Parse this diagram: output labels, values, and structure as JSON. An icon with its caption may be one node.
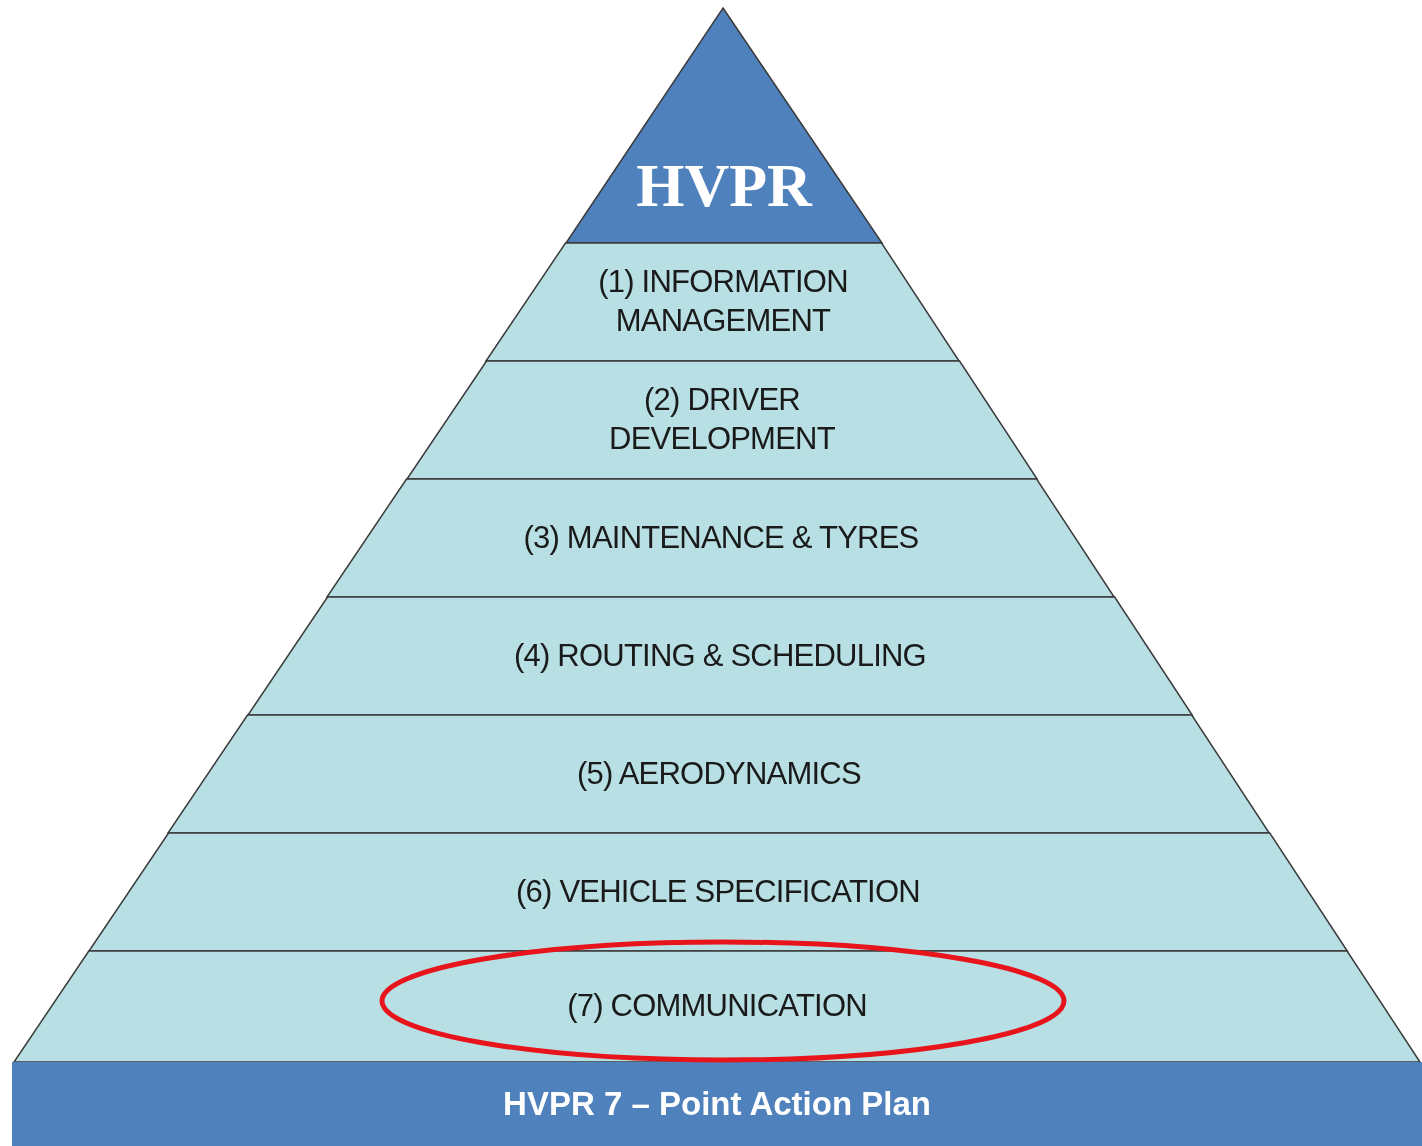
{
  "diagram": {
    "nodes": [
      {
        "text": [
          "HVPR"
        ]
      },
      {
        "text": [
          "(1) INFORMATION MANAGEMENT"
        ]
      },
      {
        "text": [
          "(2) DRIVER DEVELOPMENT"
        ]
      },
      {
        "text": [
          "(3) MAINTENANCE & TYRES"
        ]
      },
      {
        "text": [
          "(4) ROUTING & SCHEDULING"
        ]
      },
      {
        "text": [
          "(5) AERODYNAMICS"
        ]
      },
      {
        "text": [
          "(6) VEHICLE SPECIFICATION"
        ]
      },
      {
        "text": [
          "(7) COMMUNICATION"
        ]
      },
      {
        "text": [
          "HVPR 7 – Point Action Plan"
        ]
      }
    ],
    "edges": []
  }
}
